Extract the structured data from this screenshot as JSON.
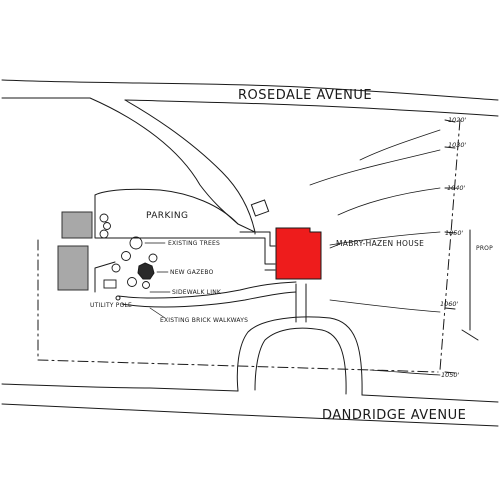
{
  "streets": {
    "north": "ROSEDALE AVENUE",
    "south": "DANDRIDGE AVENUE"
  },
  "labels": {
    "parking": "PARKING",
    "house": "MABRY-HAZEN HOUSE",
    "existing_trees": "EXISTING TREES",
    "new_gazebo": "NEW GAZEBO",
    "sidewalk_link": "SIDEWALK LINK",
    "existing_walkways": "EXISTING BRICK WALKWAYS",
    "utility_pole": "UTILITY POLE",
    "prop": "PROP"
  },
  "elevations": [
    "1020'",
    "1030'",
    "1040'",
    "1050'",
    "1060'",
    "1050'"
  ],
  "colors": {
    "house": "#ee1c1c",
    "buildings": "#a8a8a8",
    "gazebo": "#2a2a2a",
    "ink": "#1a1a1a"
  }
}
